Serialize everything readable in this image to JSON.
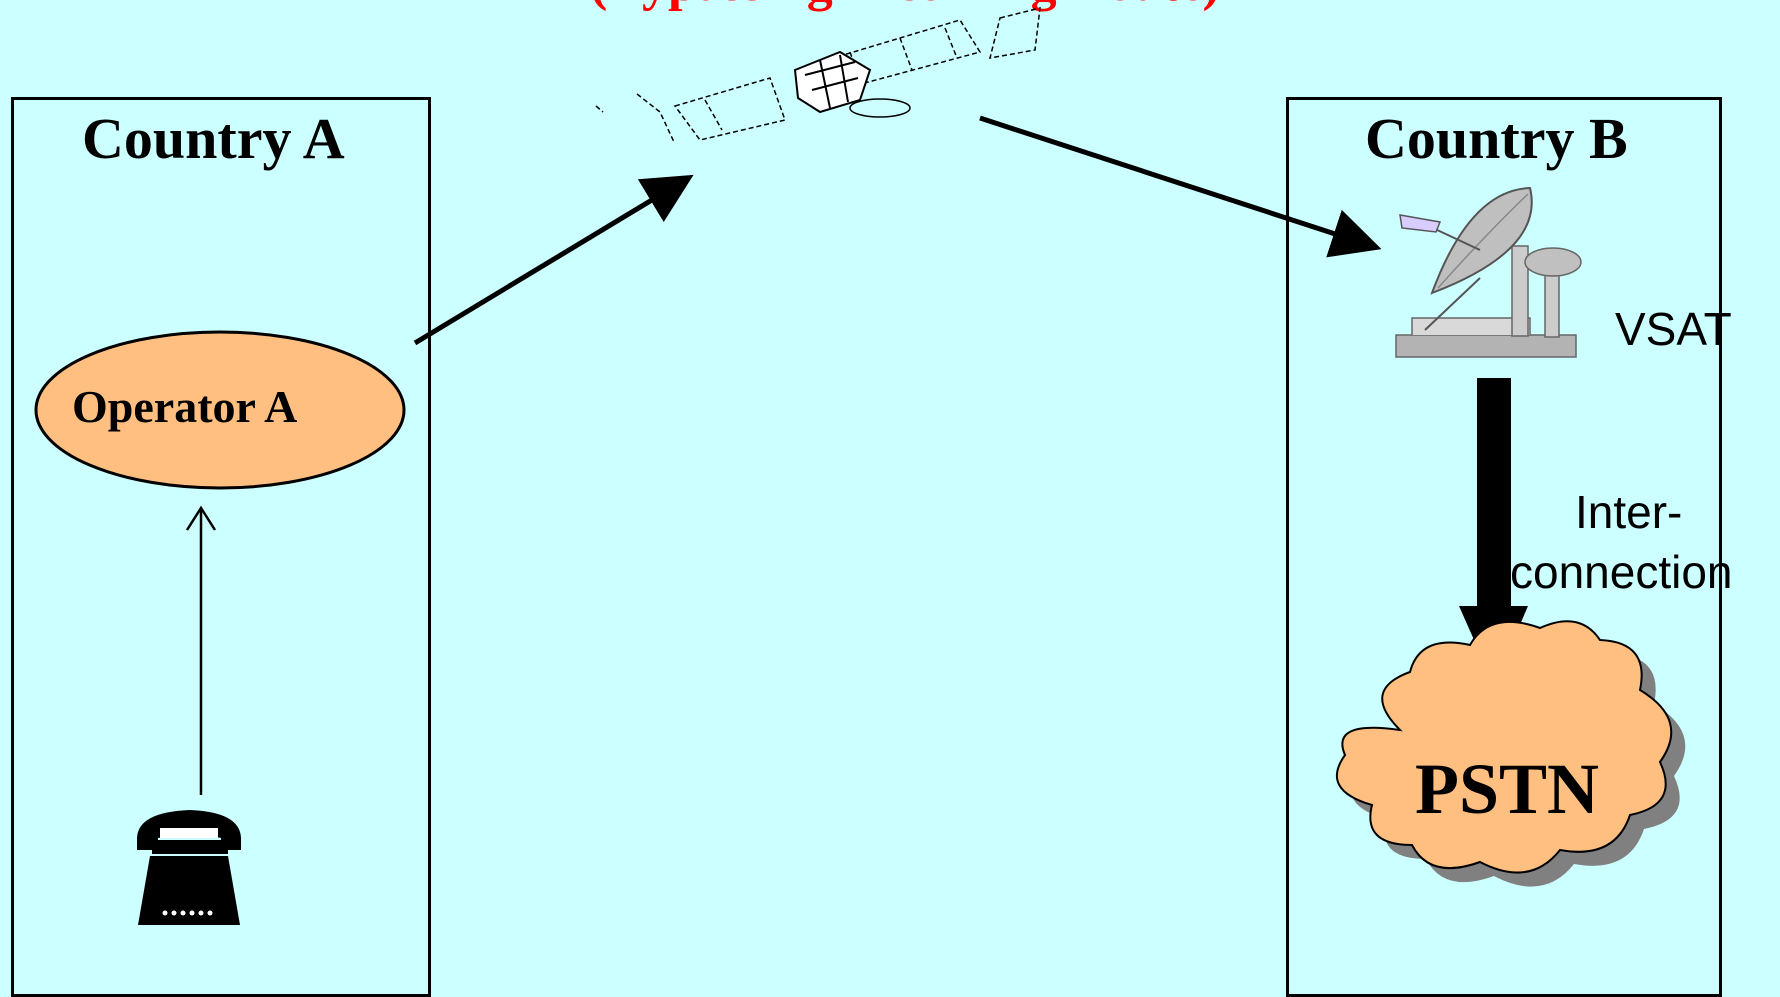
{
  "header": {
    "title": "(Bypassing Incoming Route)"
  },
  "country_a": {
    "title": "Country A",
    "operator_label": "Operator A"
  },
  "country_b": {
    "title": "Country B",
    "vsat_label": "VSAT",
    "interconnection_label_line1": "Inter-",
    "interconnection_label_line2": "connection",
    "pstn_label": "PSTN"
  },
  "colors": {
    "background": "#ccffff",
    "node_fill": "#ffbf80",
    "title_red": "#ff0000",
    "outline": "#000000"
  },
  "icons": [
    "satellite-icon",
    "vsat-dish-icon",
    "telephone-icon",
    "pstn-cloud-icon"
  ]
}
